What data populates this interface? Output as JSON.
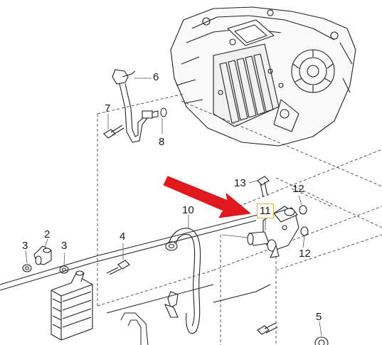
{
  "diagram": {
    "callouts": {
      "c2": "2",
      "c3a": "3",
      "c3b": "3",
      "c4": "4",
      "c5": "5",
      "c6": "6",
      "c7": "7",
      "c8": "8",
      "c10": "10",
      "c11": "11",
      "c12a": "12",
      "c12b": "12",
      "c13": "13"
    },
    "highlighted_callout": "11",
    "colors": {
      "arrow": "#e0191e",
      "line_art": "#222222",
      "leader": "#555555",
      "highlight_box": "#d9b44a"
    },
    "icons": [
      "red-pointer-arrow"
    ]
  }
}
